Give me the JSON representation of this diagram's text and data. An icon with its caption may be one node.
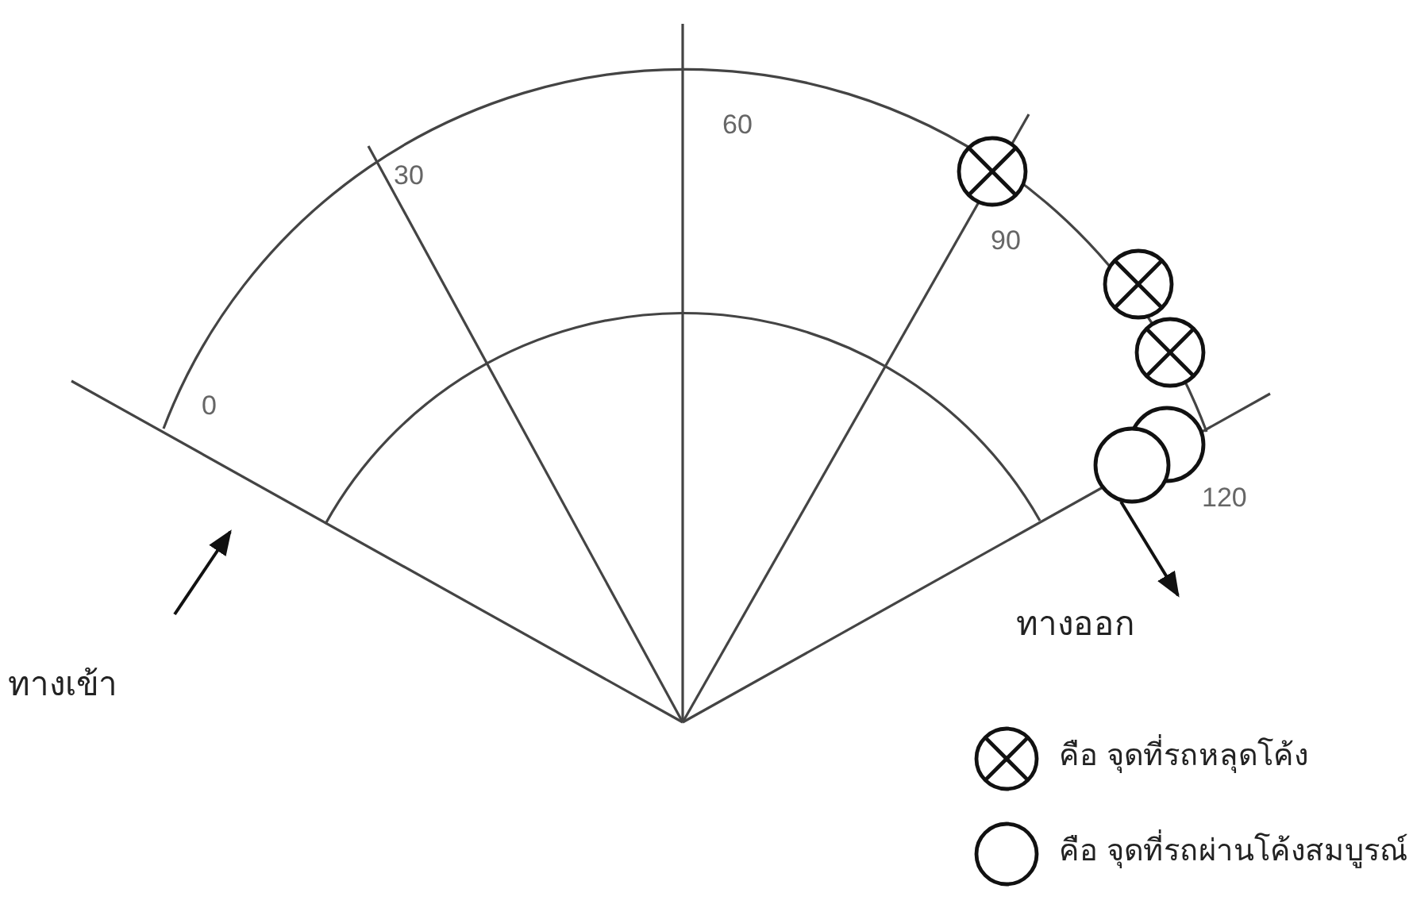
{
  "diagram": {
    "nodes": [
      {
        "text": [],
        "shape": "cross-circle"
      },
      {
        "text": [],
        "shape": "cross-circle"
      },
      {
        "text": [],
        "shape": "cross-circle"
      },
      {
        "text": [],
        "shape": "circle"
      },
      {
        "text": [],
        "shape": "circle"
      }
    ],
    "labels": [
      "0",
      "30",
      "60",
      "90",
      "120",
      "ทางเข้า",
      "ทางออก"
    ],
    "legend": [
      {
        "text": "คือ จุดที่รถหลุดโค้ง"
      },
      {
        "text": "คือ จุดที่รถผ่านโค้งสมบูรณ์"
      }
    ]
  }
}
